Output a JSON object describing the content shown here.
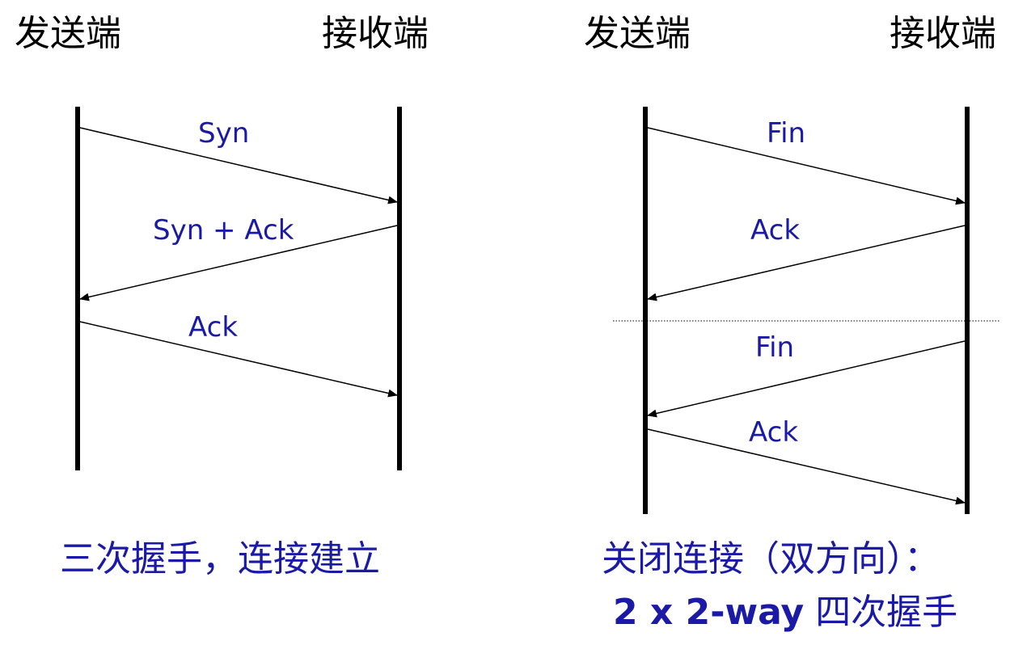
{
  "left": {
    "sender_label": "发送端",
    "receiver_label": "接收端",
    "messages": [
      "Syn",
      "Syn + Ack",
      "Ack"
    ],
    "caption": "三次握手，连接建立"
  },
  "right": {
    "sender_label": "发送端",
    "receiver_label": "接收端",
    "messages": [
      "Fin",
      "Ack",
      "Fin",
      "Ack"
    ],
    "caption_line1": "关闭连接（双方向）：",
    "caption_line2_bold": "2 x 2-way",
    "caption_line2_rest": "四次握手"
  },
  "colors": {
    "label_text": "#000000",
    "message_text": "#1a1aa6",
    "caption_text": "#1a1aa6",
    "lines": "#000000"
  }
}
